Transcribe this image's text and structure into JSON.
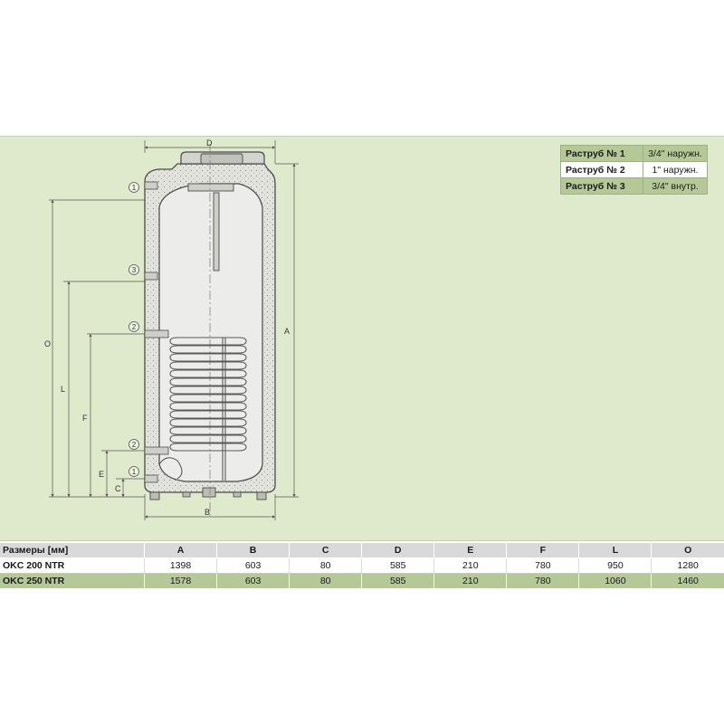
{
  "drawing": {
    "dimension_labels": {
      "D": "D",
      "A": "A",
      "O": "O",
      "L": "L",
      "F": "F",
      "E": "E",
      "C": "C",
      "B": "B"
    },
    "connector_markers": [
      "1",
      "3",
      "2",
      "2",
      "1"
    ]
  },
  "legend": {
    "rows": [
      {
        "label": "Раструб № 1",
        "value": "3/4\" наружн."
      },
      {
        "label": "Раструб № 2",
        "value": "1\" наружн."
      },
      {
        "label": "Раструб № 3",
        "value": "3/4\" внутр."
      }
    ]
  },
  "table": {
    "headers": [
      "Размеры [мм]",
      "A",
      "B",
      "C",
      "D",
      "E",
      "F",
      "L",
      "O"
    ],
    "rows": [
      [
        "OKC 200 NTR",
        "1398",
        "603",
        "80",
        "585",
        "210",
        "780",
        "950",
        "1280"
      ],
      [
        "OKC 250 NTR",
        "1578",
        "603",
        "80",
        "585",
        "210",
        "780",
        "1060",
        "1460"
      ]
    ]
  },
  "colors": {
    "panel_background": "#dfe9cc",
    "accent_green": "#b4c996",
    "header_gray": "#d9d9d9",
    "line": "#4a4a4a"
  }
}
